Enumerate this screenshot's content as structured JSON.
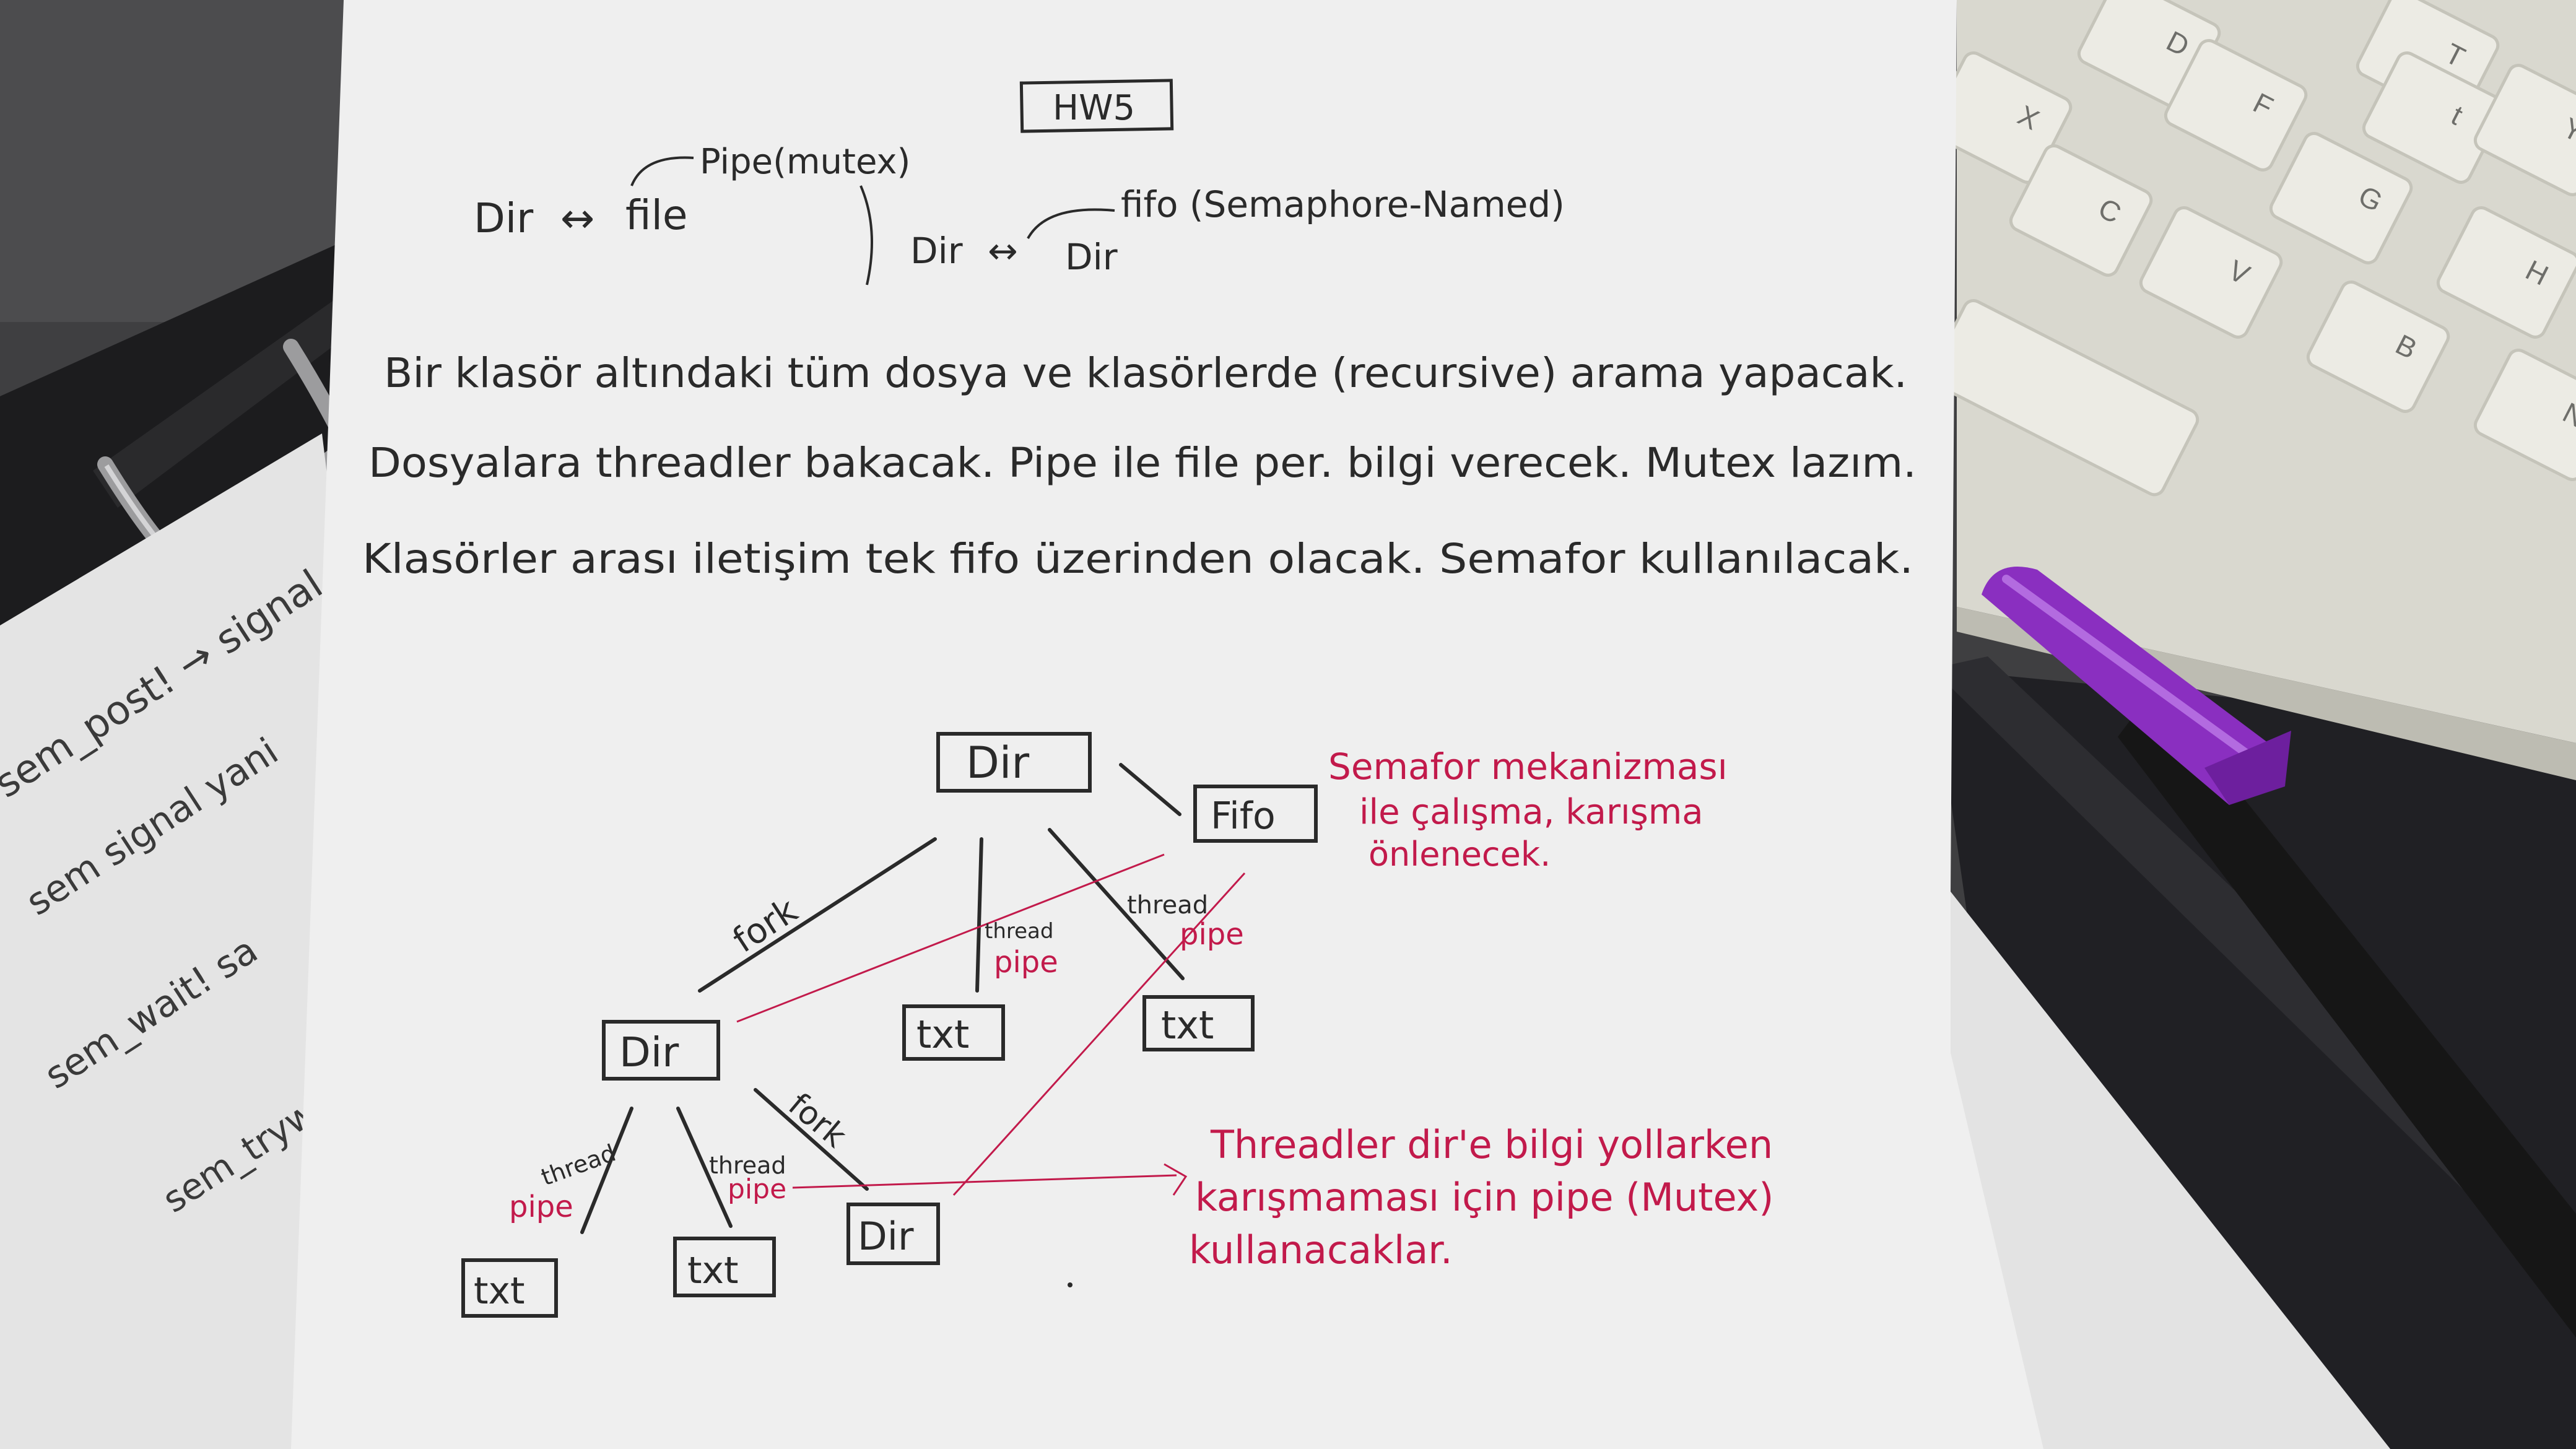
{
  "colors": {
    "desk": "#3f3f41",
    "clipboard": "#1c1c1e",
    "paper": "#efefef",
    "ink": "#2a2a2a",
    "red_ink": "#c21a4b",
    "keyboard": "#d9d8cf",
    "key": "#ecebe4",
    "marker_cap": "#8a2fc0",
    "marker_body": "#161616"
  },
  "notes": {
    "title": "HW5",
    "row1": {
      "left_main": "Dir",
      "left_arrow": "↔",
      "left_target": "file",
      "left_above": "Pipe(mutex)",
      "right_main": "Dir",
      "right_arrow": "↔",
      "right_target": "Dir",
      "right_above": "fifo (Semaphore-Named)"
    },
    "lines": [
      "Bir klasör altındaki tüm dosya ve klasörlerde (recursive) arama yapacak.",
      "Dosyalara threadler bakacak. Pipe ile file per. bilgi verecek. Mutex lazım.",
      "Klasörler arası iletişim tek fifo üzerinden olacak. Semafor kullanılacak."
    ]
  },
  "diagram": {
    "root_dir": "Dir",
    "fifo": "Fifo",
    "child_dir": "Dir",
    "txt_mid": "txt",
    "txt_right": "txt",
    "txt_bottom_left": "txt",
    "txt_bottom_mid": "txt",
    "sub_dir": "Dir",
    "fork_top": "fork",
    "fork_bottom": "fork",
    "thread_mid": "thread",
    "pipe_mid": "pipe",
    "thread_right": "thread",
    "pipe_right": "pipe",
    "thread_bl": "thread",
    "pipe_bl": "pipe",
    "thread_bm": "thread",
    "pipe_bm": "pipe"
  },
  "red_notes": {
    "semaphore": [
      "Semafor mekanizması",
      "ile çalışma, karışma",
      "önlenecek."
    ],
    "threads": [
      "Threadler dir'e bilgi yollarken",
      "karışmaması için pipe (Mutex)",
      "kullanacaklar."
    ]
  },
  "back_sheet": {
    "line1": "sem_post! → signal",
    "line2": "sem signal yani",
    "line3": "sem_wait! sa",
    "line4": "sem_trywait"
  },
  "keyboard_keys": [
    "D",
    "T",
    "X",
    "F",
    "t",
    "Y",
    "C",
    "G",
    "H",
    "V",
    "B",
    "N"
  ]
}
